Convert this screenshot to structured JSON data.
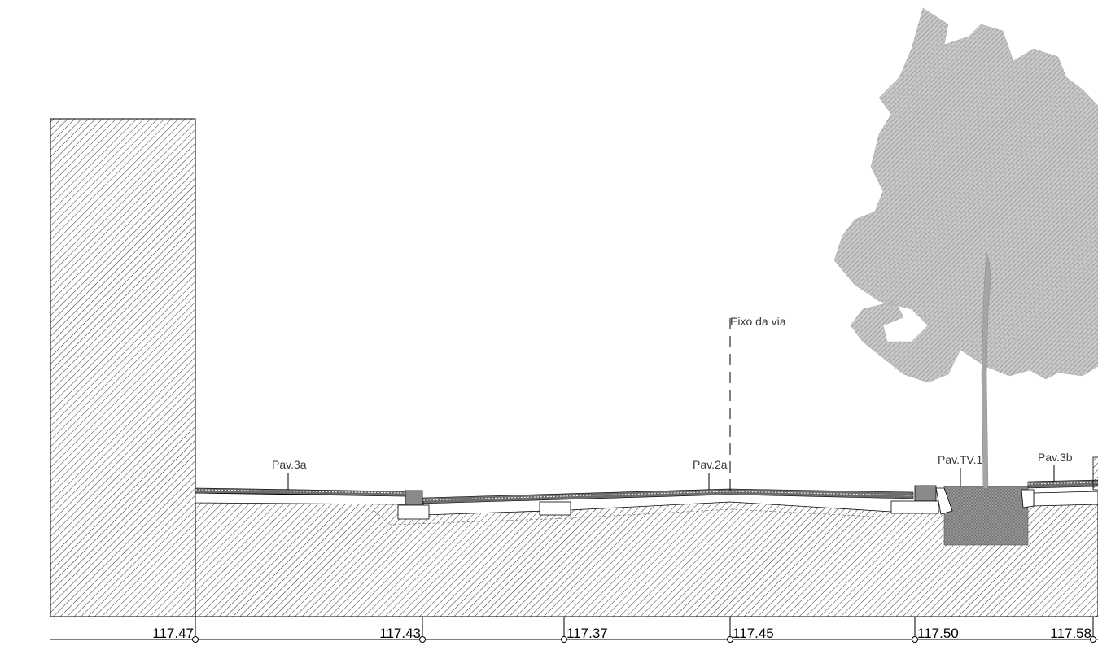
{
  "labels": {
    "axis": "Eixo da via",
    "pav_3a": "Pav.3a",
    "pav_2a": "Pav.2a",
    "pav_tv1": "Pav.TV.1",
    "pav_3b": "Pav.3b"
  },
  "elevations": [
    "117.47",
    "117.43",
    "117.37",
    "117.45",
    "117.50",
    "117.58"
  ],
  "colors": {
    "hatch": "#333333",
    "tree": "#b0b0b0",
    "paving": "#6d6d6d",
    "curb": "#8a8a8a"
  }
}
